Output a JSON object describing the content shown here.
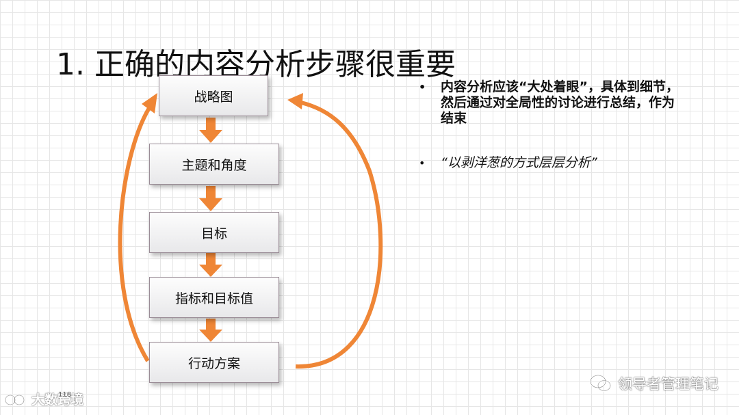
{
  "title": "1. 正确的内容分析步骤很重要",
  "flow": {
    "steps": [
      "战略图",
      "主题和角度",
      "目标",
      "指标和目标值",
      "行动方案"
    ],
    "arrow_color": "#ef8636"
  },
  "bullets": [
    "内容分析应该“大处着眼”，具体到细节，然后通过对全局性的讨论进行总结，作为结束",
    "“以剥洋葱的方式层层分析”"
  ],
  "footer": {
    "page_number": "118",
    "left_logo_text": "大数跨境",
    "right_brand_text": "领导者管理笔记"
  }
}
